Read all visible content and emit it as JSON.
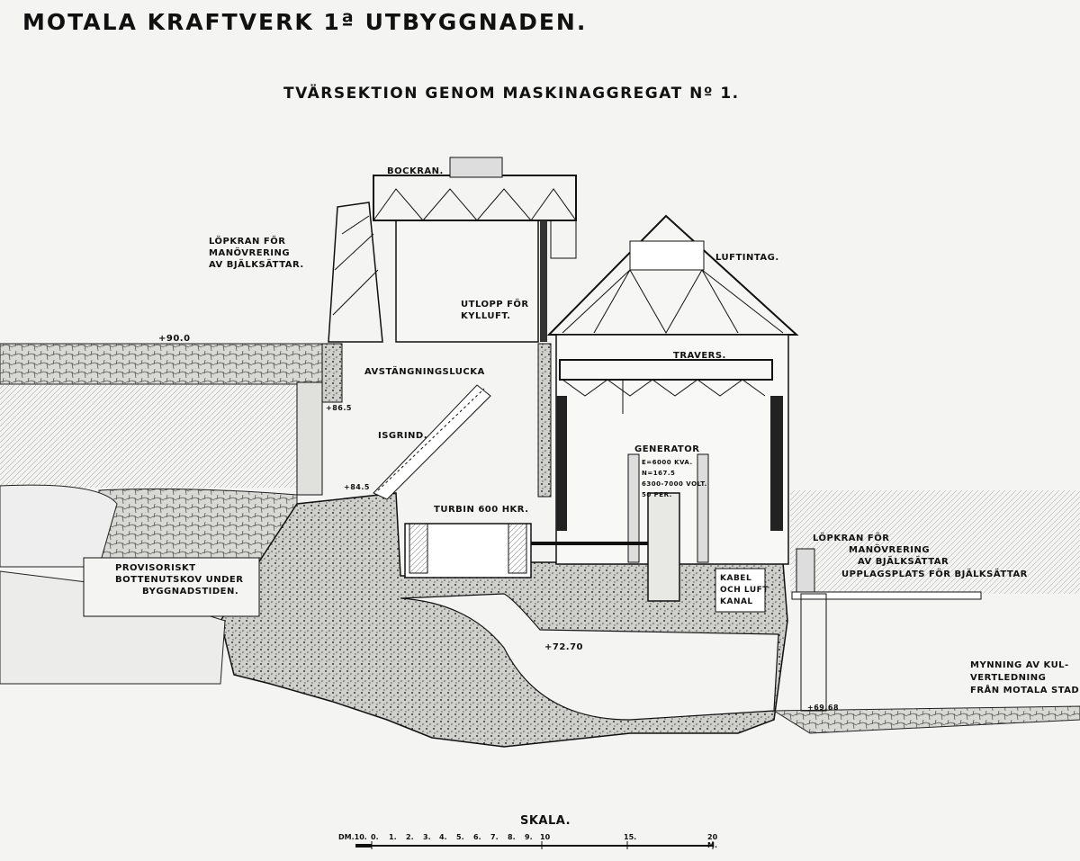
{
  "title": "MOTALA KRAFTVERK 1ª UTBYGGNADEN.",
  "subtitle": "TVÄRSEKTION GENOM MASKINAGGREGAT Nº 1.",
  "labels": {
    "bockran": "BOCKRAN.",
    "lopkran_left": [
      "LÖPKRAN FÖR",
      "MANÖVRERING",
      "AV BJÄLKSÄTTAR."
    ],
    "luftintag": "LUFTINTAG.",
    "utlopp": [
      "UTLOPP FÖR",
      "KYLLUFT."
    ],
    "level_90": "+90.0",
    "avstangningslucka": "AVSTÄNGNINGSLUCKA",
    "level_86": "+86.5",
    "isgrind": "ISGRIND.",
    "level_84": "+84.5",
    "travers": "TRAVERS.",
    "generator": "GENERATOR",
    "gen_specs": [
      "E=6000 KVA.",
      "N=167.5",
      "6300-7000 VOLT.",
      "50 PER."
    ],
    "turbin": "TURBIN 600 HKR.",
    "provisoriskt": [
      "PROVISORISKT",
      "BOTTENUTSKOV UNDER",
      "BYGGNADSTIDEN."
    ],
    "lopkran_right": [
      "LÖPKRAN FÖR",
      "MANÖVRERING",
      "AV BJÄLKSÄTTAR"
    ],
    "upplagsplats": "UPPLAGSPLATS FÖR BJÄLKSÄTTAR",
    "kabel": [
      "KABEL",
      "OCH LUFT",
      "KANAL"
    ],
    "level_72": "+72.70",
    "mynning": [
      "MYNNING AV KUL-",
      "VERTLEDNING",
      "FRÅN MOTALA STAD"
    ],
    "level_69": "+69.68"
  },
  "scale": {
    "title": "SKALA.",
    "ticks": [
      "DM.10.",
      "0.",
      "1.",
      "2.",
      "3.",
      "4.",
      "5.",
      "6.",
      "7.",
      "8.",
      "9.",
      "10",
      "15.",
      "20 M."
    ]
  }
}
